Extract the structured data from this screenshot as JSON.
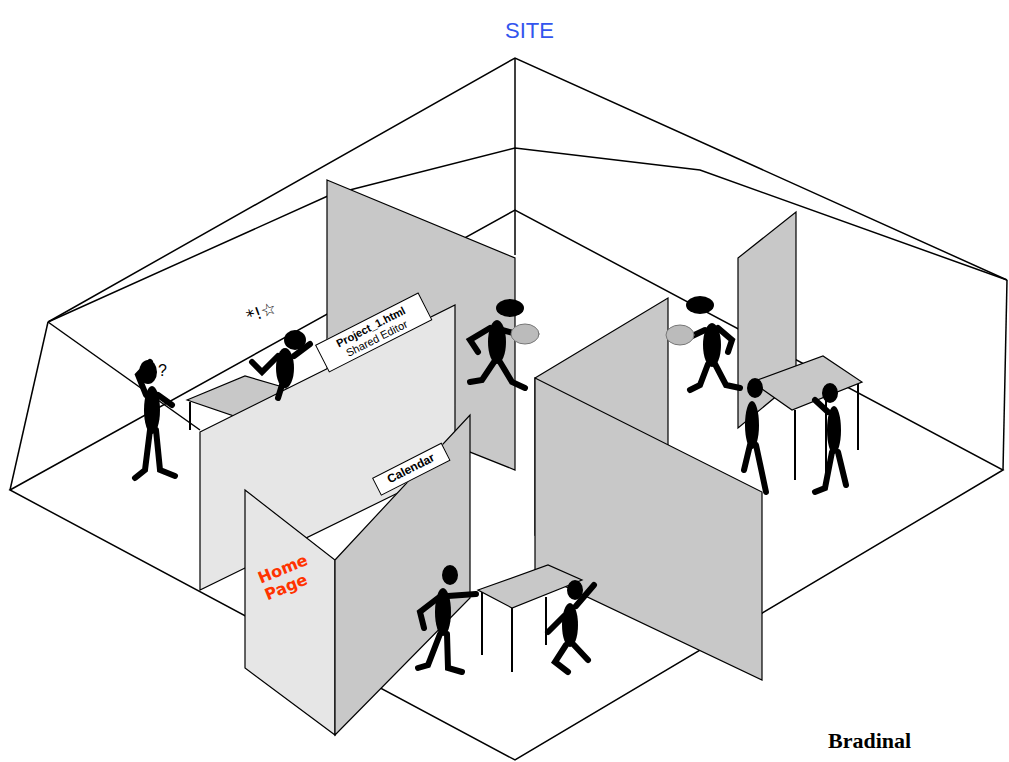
{
  "diagram": {
    "title": "SITE",
    "nodes": [
      {
        "text": [
          "Project_1.html",
          "Shared Editor"
        ]
      },
      {
        "text": [
          "Calendar"
        ]
      },
      {
        "text": [
          "Home Page"
        ]
      }
    ],
    "labels": [
      "?",
      "*!☆",
      "Bradinal"
    ]
  }
}
